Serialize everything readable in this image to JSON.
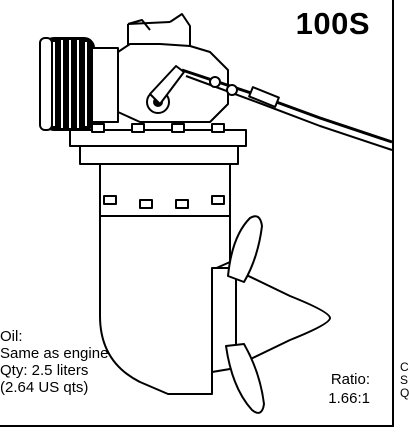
{
  "model": "100S",
  "oil": {
    "heading": "Oil:",
    "type": "Same as engine",
    "quantity_metric": "Qty: 2.5 liters",
    "quantity_us": "(2.64 US qts)"
  },
  "ratio": {
    "label": "Ratio:",
    "value": "1.66:1"
  },
  "margin_fragment": [
    "C",
    "S",
    "Q"
  ]
}
